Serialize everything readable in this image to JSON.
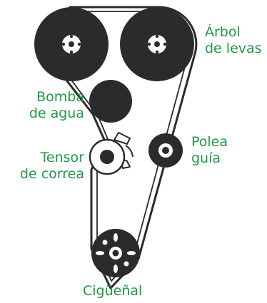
{
  "labels": {
    "camshaft": [
      "Árbol",
      "de levas"
    ],
    "water_pump": [
      "Bomba",
      "de agua"
    ],
    "idler_pulley": [
      "Polea",
      "guía"
    ],
    "belt_tensioner": [
      "Tensor",
      "de correa"
    ],
    "crankshaft": "Cigüeñal"
  },
  "colors": {
    "label": "#1e9a44",
    "part": "#2b2b2b",
    "belt": "#2b2b2b",
    "background": "#ffffff"
  }
}
